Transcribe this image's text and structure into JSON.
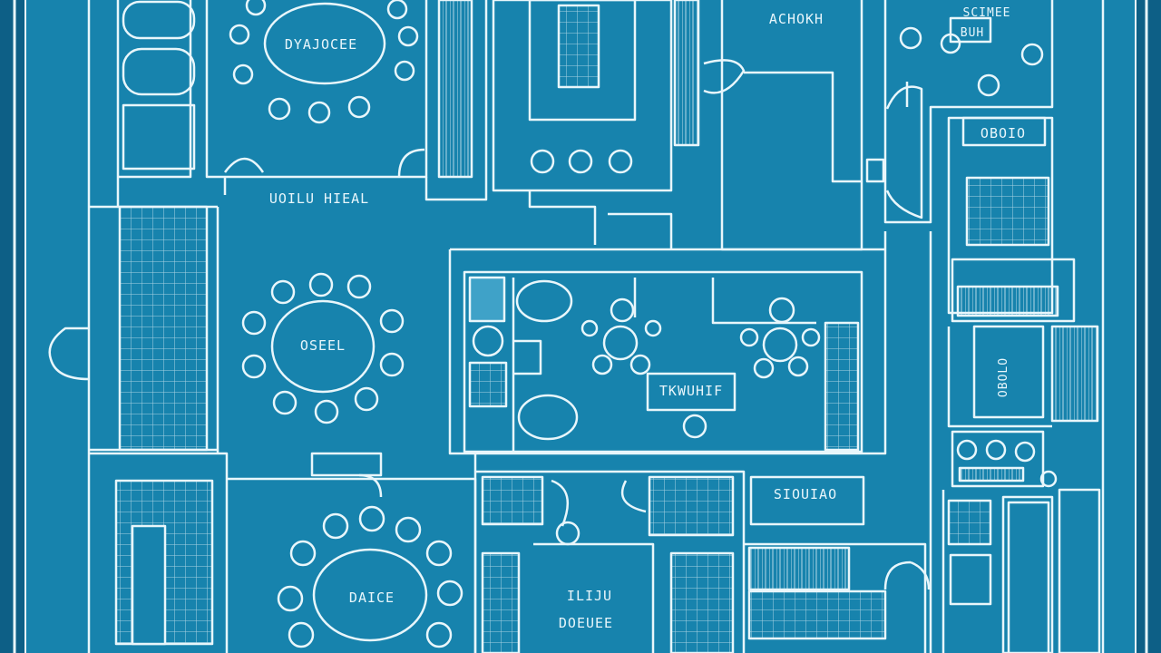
{
  "colors": {
    "background": "#0d5f86",
    "panel": "#1783ad",
    "line": "#e8f6fb"
  },
  "labels": {
    "room_top_center": "DYAJOCEE",
    "room_top_right": "ACHOKH",
    "room_top_far_right": "SCIMEE",
    "room_top_far_right_sub": "BUH",
    "room_right_mid": "OBOIO",
    "hall_center": "UOILU HIEAL",
    "round_table_left": "OSEEL",
    "center_hall_sign": "TKWUHIF",
    "right_mid_vertical": "OBOLO",
    "bottom_right_sign": "SIOUIAO",
    "round_table_bottom": "DAICE",
    "bottom_center_1": "ILIJU",
    "bottom_center_2": "DOEUEE"
  }
}
